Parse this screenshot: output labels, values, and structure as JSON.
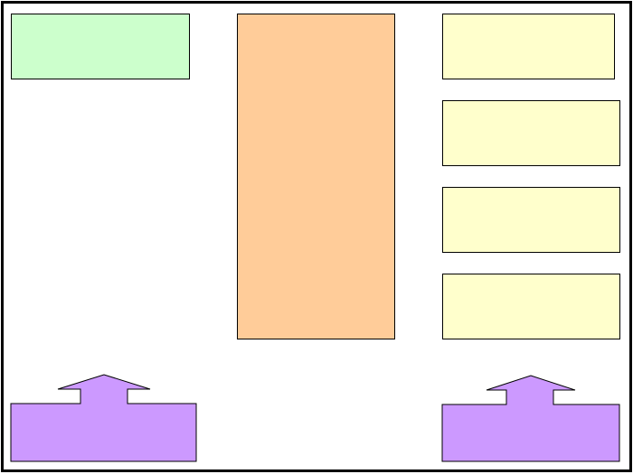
{
  "diagram": {
    "colors": {
      "green": "#ccffcc",
      "orange": "#ffcc99",
      "yellow": "#ffffcc",
      "purple": "#cc99ff",
      "stroke": "#000000"
    },
    "nodes": [
      {
        "id": "box-green",
        "shape": "rectangle",
        "color": "green",
        "text": ""
      },
      {
        "id": "box-orange",
        "shape": "rectangle",
        "color": "orange",
        "text": ""
      },
      {
        "id": "box-yellow-1",
        "shape": "rectangle",
        "color": "yellow",
        "text": ""
      },
      {
        "id": "box-yellow-2",
        "shape": "rectangle",
        "color": "yellow",
        "text": ""
      },
      {
        "id": "box-yellow-3",
        "shape": "rectangle",
        "color": "yellow",
        "text": ""
      },
      {
        "id": "box-yellow-4",
        "shape": "rectangle",
        "color": "yellow",
        "text": ""
      },
      {
        "id": "arrow-left",
        "shape": "up-arrow-block",
        "color": "purple",
        "text": ""
      },
      {
        "id": "arrow-right",
        "shape": "up-arrow-block",
        "color": "purple",
        "text": ""
      }
    ]
  }
}
